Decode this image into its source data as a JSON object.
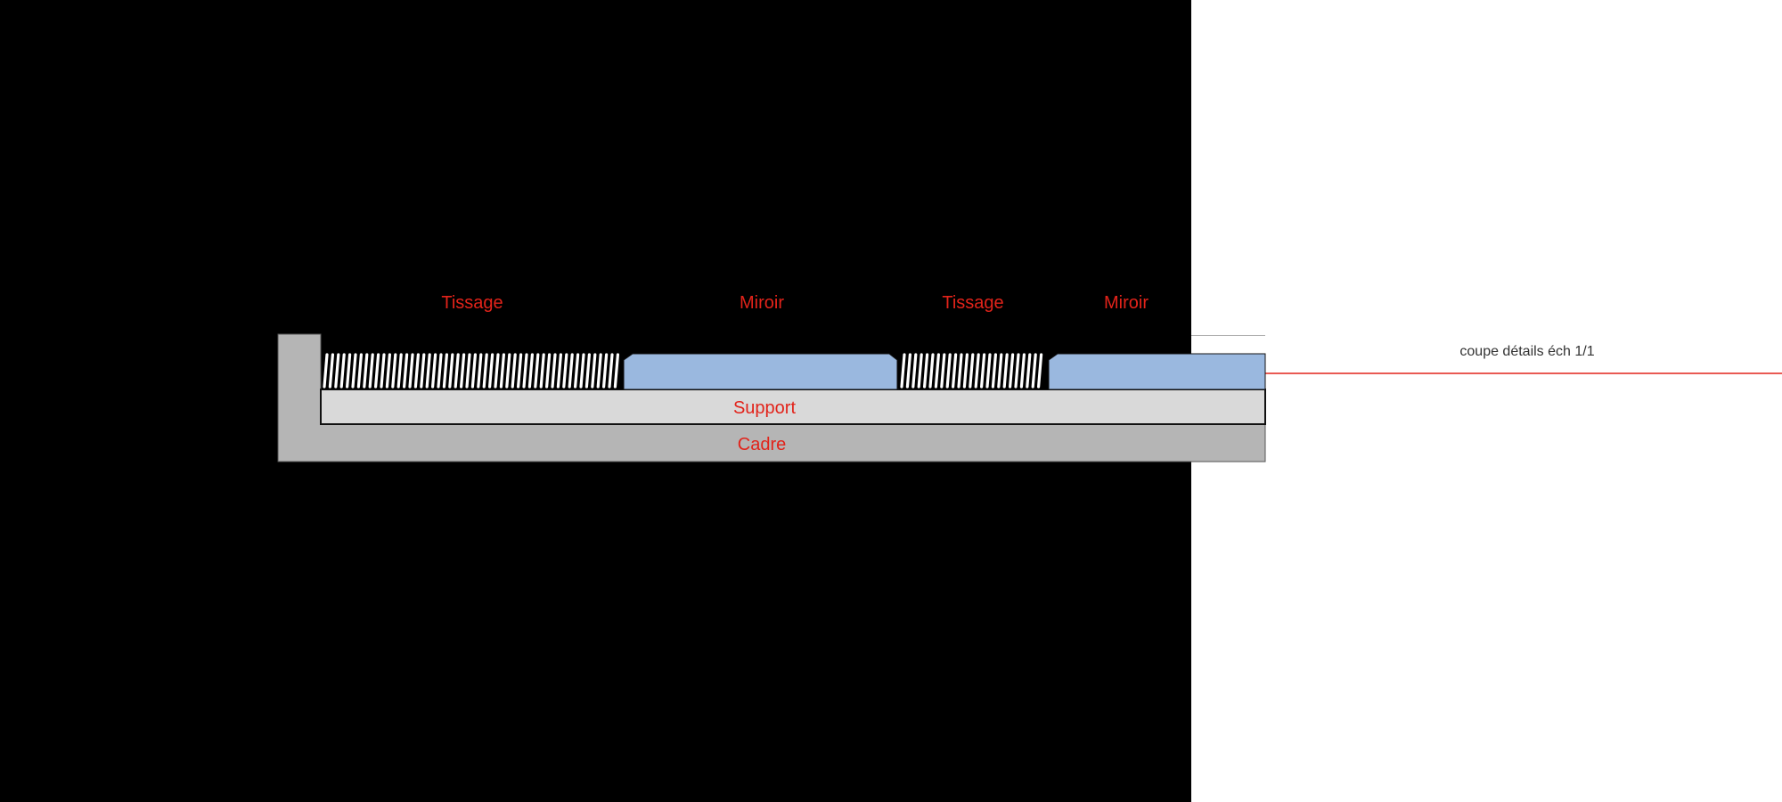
{
  "labels": {
    "tissage_1": "Tissage",
    "miroir_1": "Miroir",
    "tissage_2": "Tissage",
    "miroir_2": "Miroir",
    "support": "Support",
    "cadre": "Cadre"
  },
  "caption": "coupe détails éch 1/1",
  "colors": {
    "background_dark": "#000000",
    "background_light": "#ffffff",
    "label_red": "#e2231a",
    "guide_line": "#e2231a",
    "mirror_blue": "#9ab8df",
    "support_grey": "#d9d9d9",
    "frame_grey": "#b5b5b5",
    "weave_white": "#ffffff"
  }
}
